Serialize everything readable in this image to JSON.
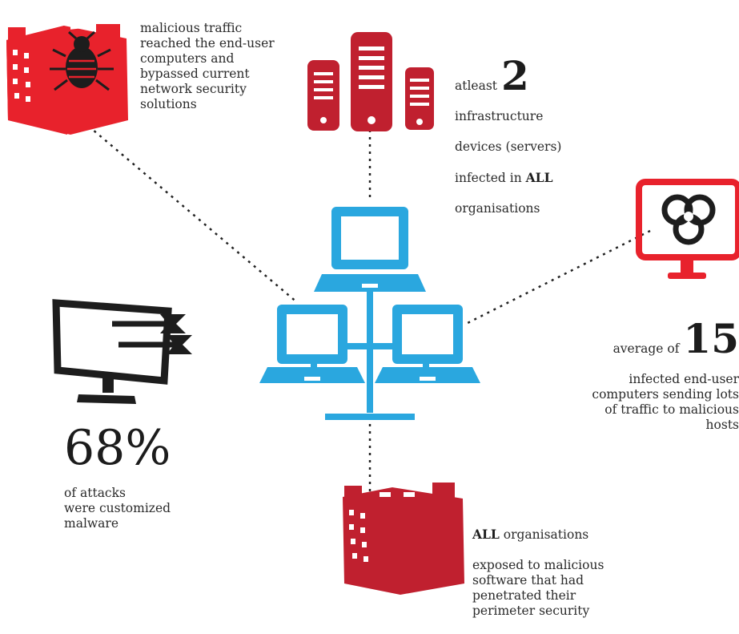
{
  "colors": {
    "red": "#e8222c",
    "dark_red": "#c0202f",
    "blue": "#2aa7df",
    "black": "#1d1d1d"
  },
  "icons": [
    "bag-with-bug-icon",
    "servers-icon",
    "biohazard-monitor-icon",
    "monitor-with-darts-icon",
    "network-laptops-icon",
    "red-bag-icon"
  ],
  "callouts": {
    "top_left": {
      "text": "malicious traffic\nreached the end-user\ncomputers and\nbypassed current\nnetwork security\nsolutions"
    },
    "servers": {
      "prefix": "atleast ",
      "number": "2",
      "line1": "infrastructure",
      "line2": "devices (servers)",
      "line3_pre": "infected in ",
      "line3_bold": "ALL",
      "line4": "organisations"
    },
    "right": {
      "prefix": "average of ",
      "number": "15",
      "text": "infected end-user\ncomputers sending lots\nof traffic to malicious\nhosts"
    },
    "left": {
      "number": "68%",
      "text": "of attacks\nwere customized\nmalware"
    },
    "bottom": {
      "bold": "ALL",
      "line1_rest": " organisations",
      "text": "exposed to malicious\nsoftware that had\npenetrated their\nperimeter security"
    }
  }
}
